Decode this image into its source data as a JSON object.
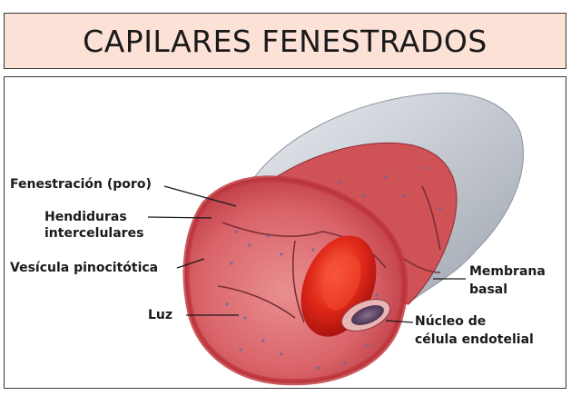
{
  "title": "CAPILARES FENESTRADOS",
  "labels": {
    "fenestracion": "Fenestración (poro)",
    "hendiduras_1": "Hendiduras",
    "hendiduras_2": "intercelulares",
    "vesicula": "Vesícula pinocitótica",
    "luz": "Luz",
    "membrana_1": "Membrana",
    "membrana_2": "basal",
    "nucleo_1": "Núcleo de",
    "nucleo_2": "célula endotelial"
  },
  "colors": {
    "title_bg": "#fbe1d6",
    "membrane": "#c8ccd3",
    "wall_outer": "#c2383f",
    "wall_inner": "#d9646a",
    "red_cell": "#d81e1a",
    "nucleus": "#5a3a5e"
  }
}
